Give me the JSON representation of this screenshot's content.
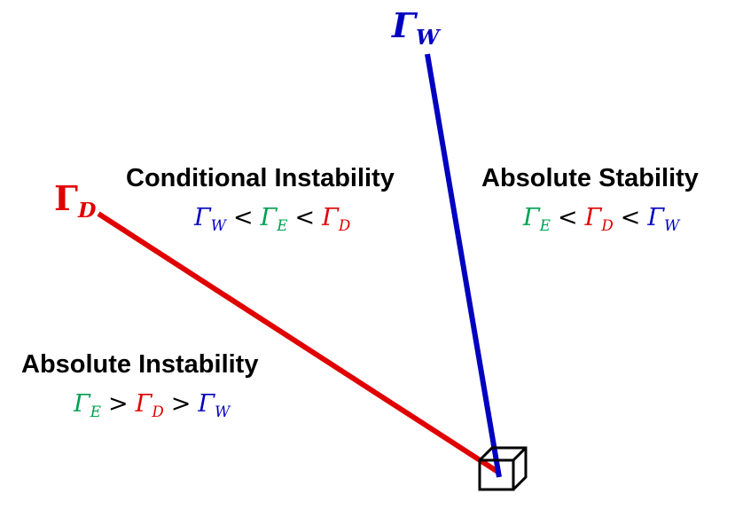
{
  "colors": {
    "W": "#0000c0",
    "E": "#00a050",
    "D": "#e00000",
    "text": "#000000"
  },
  "labels": {
    "gamma_w": {
      "symbol": "Γ",
      "sub": "W"
    },
    "gamma_d": {
      "symbol": "Γ",
      "sub": "D"
    }
  },
  "regions": {
    "conditional": {
      "title": "Conditional Instability",
      "formula": [
        {
          "type": "var",
          "sym": "Γ",
          "sub": "W",
          "color": "W"
        },
        {
          "type": "op",
          "text": "<"
        },
        {
          "type": "var",
          "sym": "Γ",
          "sub": "E",
          "color": "E"
        },
        {
          "type": "op",
          "text": "<"
        },
        {
          "type": "var",
          "sym": "Γ",
          "sub": "D",
          "color": "D"
        }
      ]
    },
    "absolute_stability": {
      "title": "Absolute Stability",
      "formula": [
        {
          "type": "var",
          "sym": "Γ",
          "sub": "E",
          "color": "E"
        },
        {
          "type": "op",
          "text": "<"
        },
        {
          "type": "var",
          "sym": "Γ",
          "sub": "D",
          "color": "D"
        },
        {
          "type": "op",
          "text": "<"
        },
        {
          "type": "var",
          "sym": "Γ",
          "sub": "W",
          "color": "W"
        }
      ]
    },
    "absolute_instability": {
      "title": "Absolute Instability",
      "formula": [
        {
          "type": "var",
          "sym": "Γ",
          "sub": "E",
          "color": "E"
        },
        {
          "type": "op",
          "text": ">"
        },
        {
          "type": "var",
          "sym": "Γ",
          "sub": "D",
          "color": "D"
        },
        {
          "type": "op",
          "text": ">"
        },
        {
          "type": "var",
          "sym": "Γ",
          "sub": "W",
          "color": "W"
        }
      ]
    }
  },
  "icons": {
    "parcel": "cube-icon"
  }
}
